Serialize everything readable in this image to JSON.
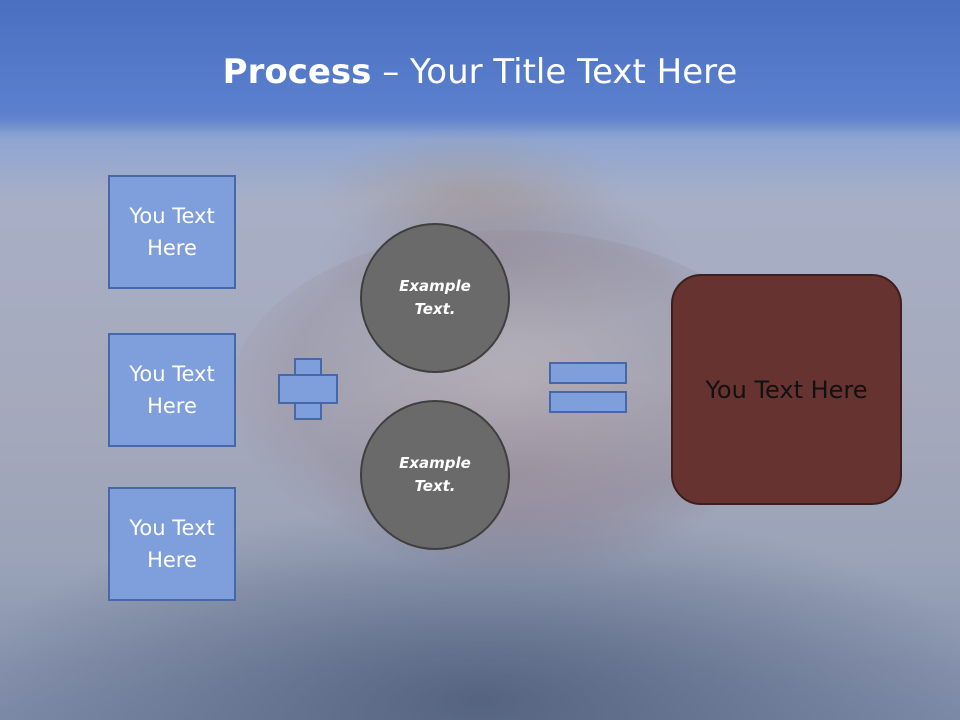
{
  "title": {
    "bold": "Process",
    "separator": " – ",
    "rest": "Your Title Text Here"
  },
  "boxes": [
    {
      "label": "You Text Here"
    },
    {
      "label": "You Text Here"
    },
    {
      "label": "You Text Here"
    }
  ],
  "circles": [
    {
      "label": "Example Text."
    },
    {
      "label": "Example Text."
    }
  ],
  "result": {
    "label": "You Text Here"
  },
  "colors": {
    "header": "#4a6fc0",
    "box_fill": "#7f9fdc",
    "box_border": "#4468a8",
    "circle_fill": "#6a6a6a",
    "result_fill": "#673330"
  },
  "icons": [
    "plus-icon",
    "equals-icon"
  ]
}
